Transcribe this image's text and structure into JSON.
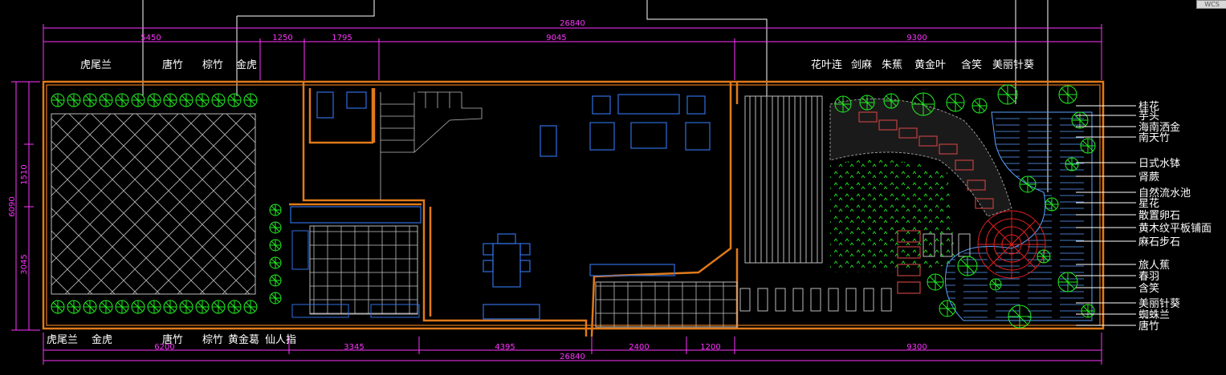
{
  "badge": "WCS",
  "dimensions": {
    "total_top": "26840",
    "top_segments": [
      "5450",
      "1250",
      "1795",
      "9045",
      "9300"
    ],
    "total_bottom": "26840",
    "bottom_segments": [
      "6200",
      "3345",
      "4395",
      "2400",
      "1200",
      "9300"
    ],
    "left_total": "6090",
    "left_segments": [
      "1510",
      "3045"
    ]
  },
  "labels": {
    "top_left": [
      "虎尾兰",
      "唐竹",
      "棕竹",
      "金虎"
    ],
    "top_right": [
      "花叶连",
      "剑麻",
      "朱蕉",
      "黄金叶",
      "含笑",
      "美丽针葵"
    ],
    "bottom_left": [
      "虎尾兰",
      "金虎",
      "唐竹",
      "棕竹",
      "黄金葛",
      "仙人指"
    ],
    "right_column": [
      "桂花",
      "芋头",
      "海南洒金",
      "南天竹",
      "日式水钵",
      "肾蕨",
      "自然流水池",
      "星花",
      "散置卵石",
      "黄木纹平板铺面",
      "麻石步石",
      "旅人蕉",
      "春羽",
      "含笑",
      "美丽针葵",
      "蜘蛛兰",
      "唐竹"
    ]
  },
  "colors": {
    "wall": "#e07a1a",
    "furniture": "#2f6fe0",
    "plant": "#22ee22",
    "dimension": "#ff33ff",
    "label": "#ffffff",
    "paving": "#c0c0c0",
    "pebble": "#9a9a9a",
    "deck": "#c04040",
    "water": "#5aa0ff"
  }
}
